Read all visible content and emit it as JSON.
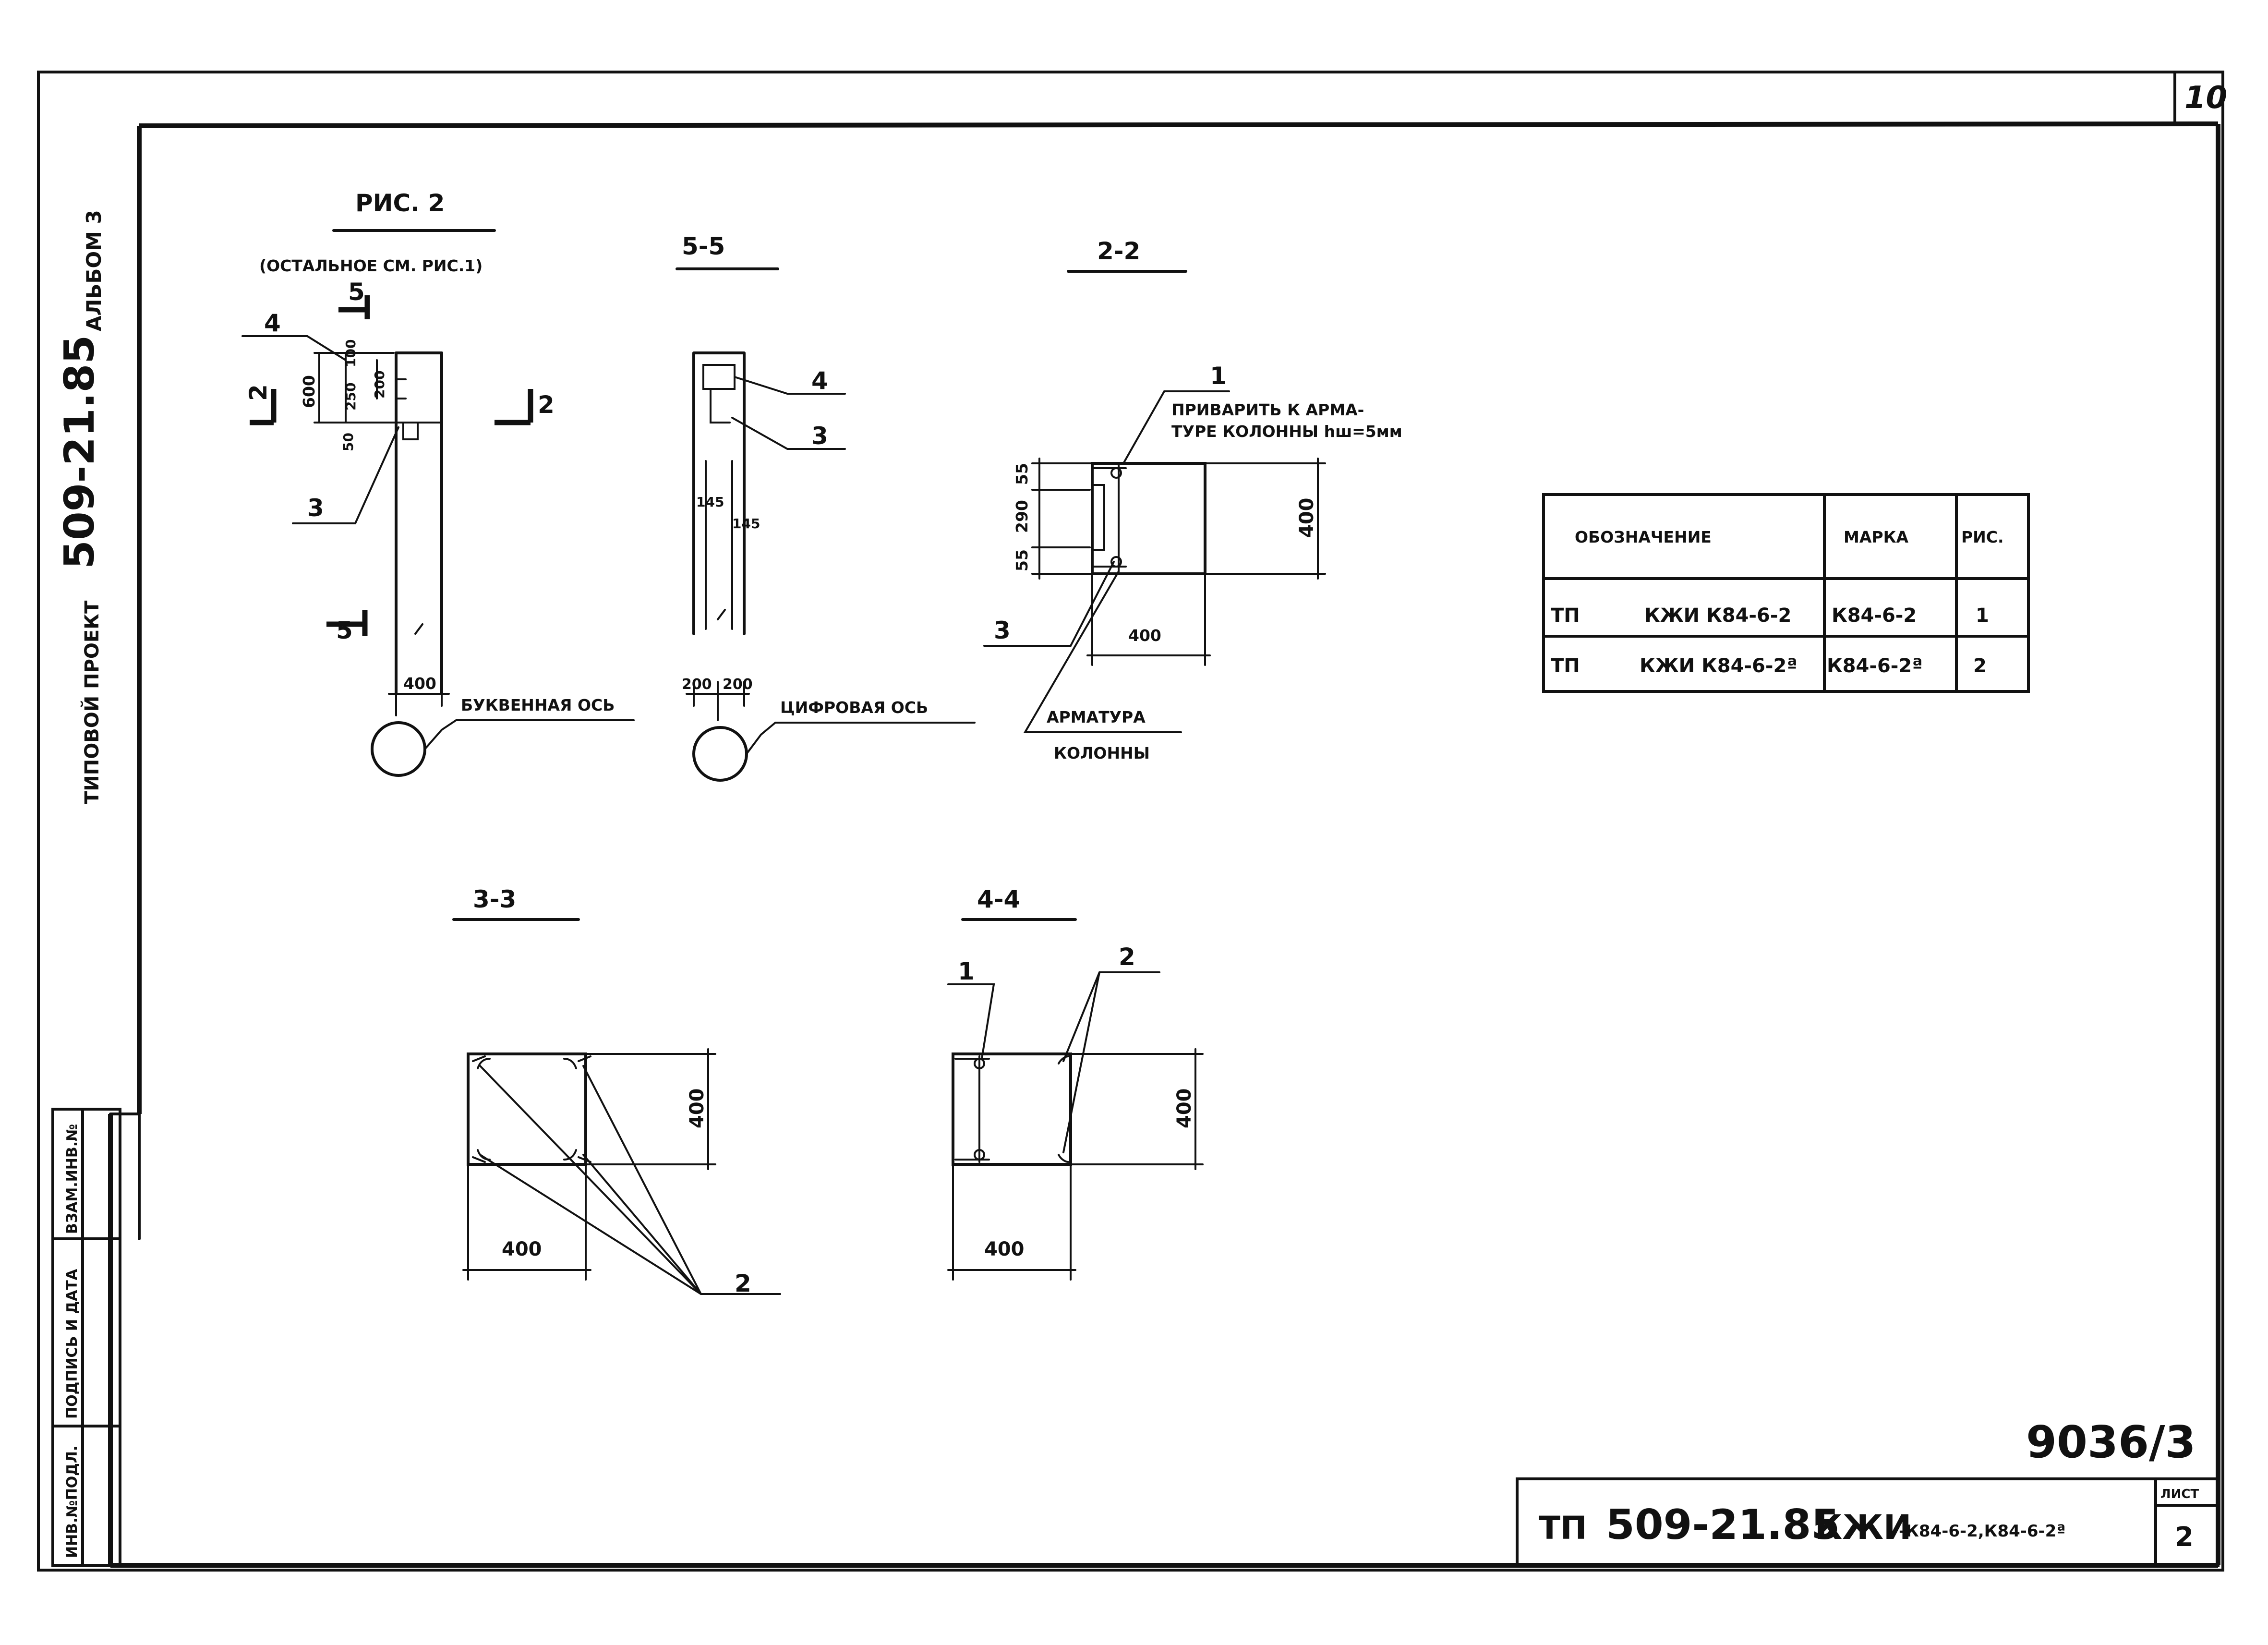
{
  "sheet": {
    "corner_number": "10",
    "side_album": "АЛЬБОМ 3",
    "side_project_no": "509-21.85",
    "side_project_type": "ТИПОВОЙ ПРОЕКТ",
    "side_stamp": [
      "ВЗАМ.ИНВ.№",
      "ПОДПИСЬ И ДАТА",
      "ИНВ.№ПОДЛ."
    ],
    "order_number": "9036/3",
    "title_prefix": "ТП",
    "title_code": "509-21.85",
    "title_suffix": "КЖИ",
    "title_brands": "-К84-6-2,К84-6-2ª",
    "sheet_label": "ЛИСТ",
    "sheet_number": "2"
  },
  "fig2": {
    "title": "РИС. 2",
    "subtitle": "(ОСТАЛЬНОЕ СМ. РИС.1)",
    "section_mark_5": "5",
    "section_mark_2": "2",
    "leader_3": "3",
    "leader_4": "4",
    "dim_600": "600",
    "dim_100": "100",
    "dim_250": "250",
    "dim_50": "50",
    "dim_200": "200",
    "dim_400": "400",
    "axis_label": "БУКВЕННАЯ ОСЬ"
  },
  "sec55": {
    "title": "5-5",
    "leader_3": "3",
    "leader_4": "4",
    "dim_145a": "145",
    "dim_145b": "145",
    "dim_200a": "200",
    "dim_200b": "200",
    "axis_label": "ЦИФРОВАЯ ОСЬ"
  },
  "sec22": {
    "title": "2-2",
    "leader_1": "1",
    "weld_note_1": "ПРИВАРИТЬ К АРМА-",
    "weld_note_2": "ТУРЕ КОЛОННЫ hш=5мм",
    "leader_3": "3",
    "dim_55a": "55",
    "dim_290": "290",
    "dim_55b": "55",
    "dim_400v": "400",
    "dim_400h": "400",
    "rebar_note_1": "АРМАТУРА",
    "rebar_note_2": "КОЛОННЫ"
  },
  "sec33": {
    "title": "3-3",
    "dim_400v": "400",
    "dim_400h": "400",
    "leader_2": "2"
  },
  "sec44": {
    "title": "4-4",
    "leader_1": "1",
    "leader_2": "2",
    "dim_400v": "400",
    "dim_400h": "400"
  },
  "spec": {
    "headers": [
      "ОБОЗНАЧЕНИЕ",
      "МАРКА",
      "РИС."
    ],
    "rows": [
      {
        "prefix": "ТП",
        "designation": "КЖИ К84-6-2",
        "brand": "К84-6-2",
        "fig": "1"
      },
      {
        "prefix": "ТП",
        "designation": "КЖИ К84-6-2ª",
        "brand": "К84-6-2ª",
        "fig": "2"
      }
    ]
  }
}
